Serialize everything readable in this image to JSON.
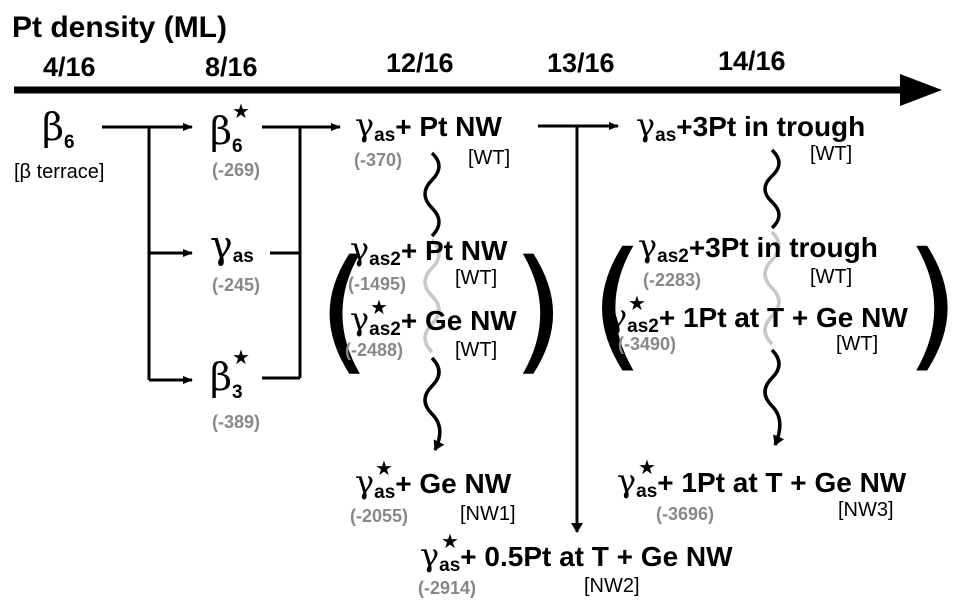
{
  "title": "Pt density (ML)",
  "density_ticks": [
    "4/16",
    "8/16",
    "12/16",
    "13/16",
    "14/16"
  ],
  "nodes": {
    "beta6": {
      "greek": "β",
      "sub": "6",
      "label": "[β terrace]"
    },
    "beta6_star": {
      "greek": "β",
      "sub": "6",
      "star": "★",
      "energy": "(-269)"
    },
    "gamma_as": {
      "greek": "γ",
      "sub": "as",
      "energy": "(-245)"
    },
    "beta3_star": {
      "greek": "β",
      "sub": "3",
      "star": "★",
      "energy": "(-389)"
    },
    "g_as_ptnw": {
      "greek": "γ",
      "sub": "as",
      "text": "+ Pt NW",
      "energy": "(-370)",
      "tag": "[WT]"
    },
    "g_as2_ptnw": {
      "greek": "γ",
      "sub": "as2",
      "text": "+ Pt NW",
      "energy": "(-1495)",
      "tag": "[WT]"
    },
    "g_as2s_genw": {
      "greek": "γ",
      "sub": "as2",
      "star": "★",
      "text": "+ Ge NW",
      "energy": "(-2488)",
      "tag": "[WT]"
    },
    "g_ass_genw": {
      "greek": "γ",
      "sub": "as",
      "star": "★",
      "text": "+ Ge NW",
      "energy": "(-2055)",
      "tag": "[NW1]"
    },
    "g_ass_05pt": {
      "greek": "γ",
      "sub": "as",
      "star": "★",
      "text": "+ 0.5Pt at T + Ge NW",
      "energy": "(-2914)",
      "tag": "[NW2]"
    },
    "g_as_3pt": {
      "greek": "γ",
      "sub": "as",
      "text": "+3Pt in trough",
      "tag": "[WT]"
    },
    "g_as2_3pt": {
      "greek": "γ",
      "sub": "as2",
      "text": "+3Pt in trough",
      "energy": "(-2283)",
      "tag": "[WT]"
    },
    "g_as2s_1pt": {
      "greek": "γ",
      "sub": "as2",
      "star": "★",
      "text": "+ 1Pt at T + Ge NW",
      "energy": "(-3490)",
      "tag": "[WT]"
    },
    "g_ass_1pt": {
      "greek": "γ",
      "sub": "as",
      "star": "★",
      "text": "+ 1Pt at T + Ge NW",
      "energy": "(-3696)",
      "tag": "[NW3]"
    }
  },
  "colors": {
    "line": "#000000",
    "energy": "#888888",
    "gray_segment": "#c8c8c8"
  }
}
